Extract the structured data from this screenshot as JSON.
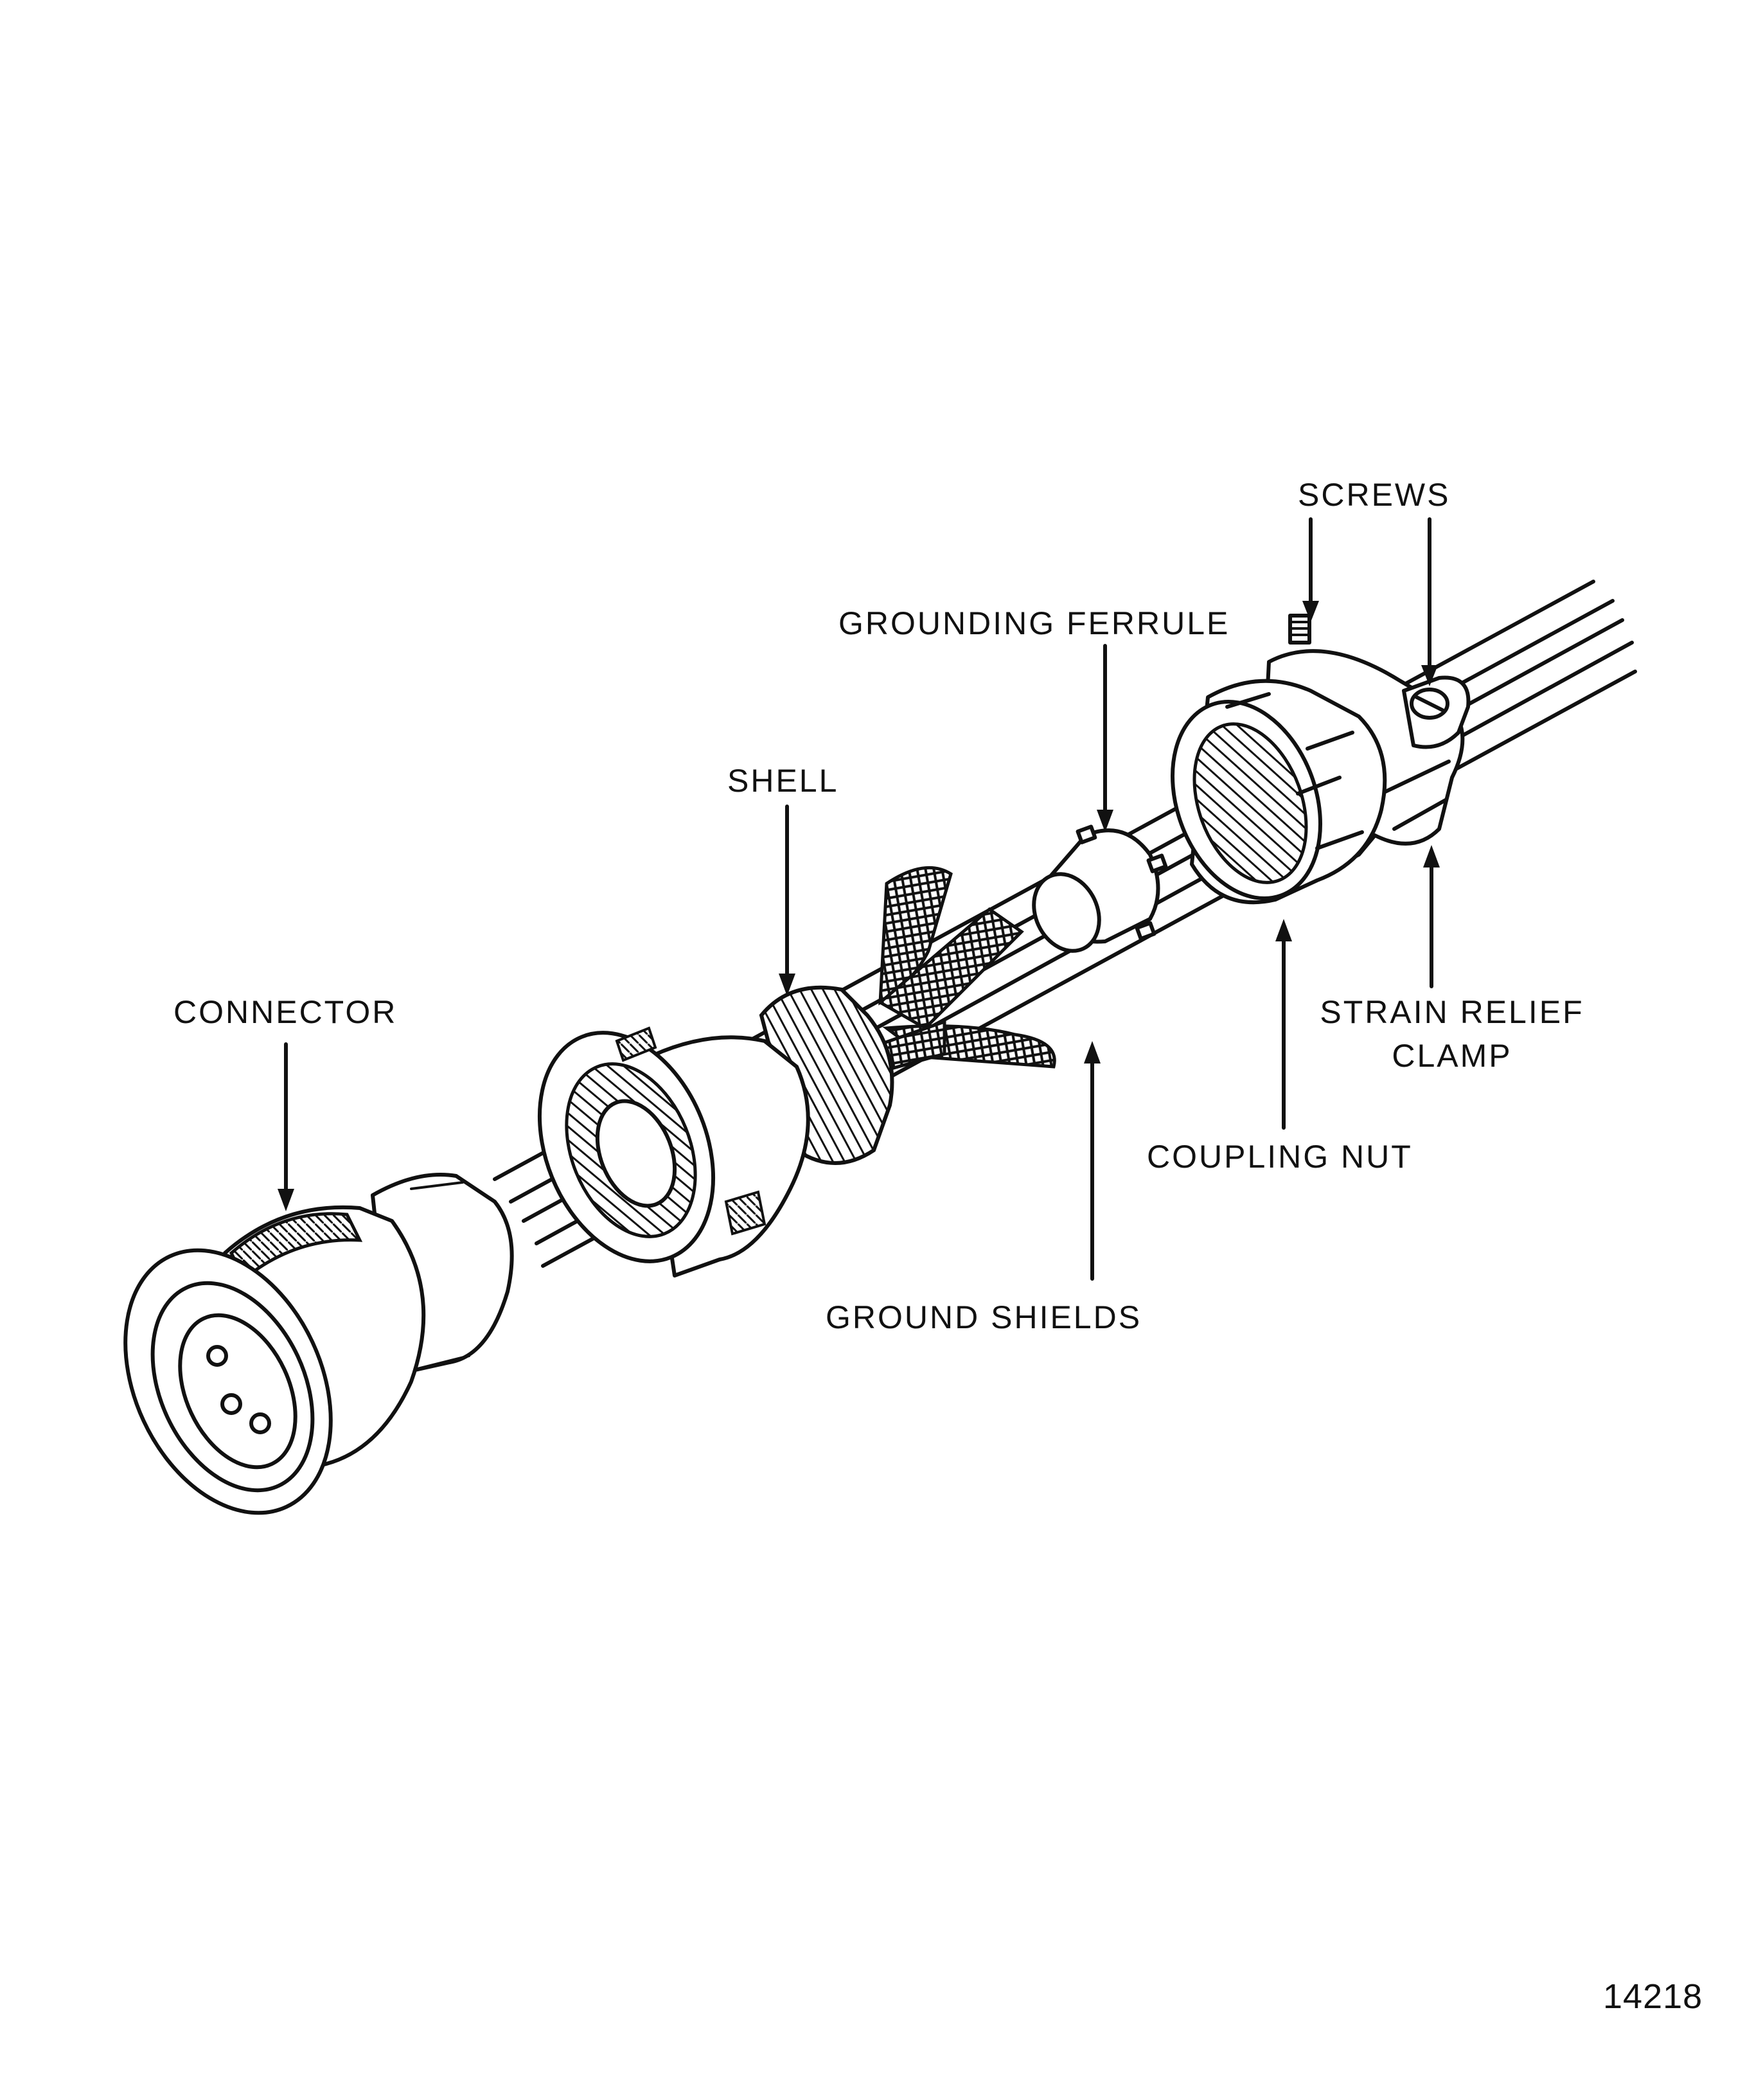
{
  "figure": {
    "labels": {
      "screws": "SCREWS",
      "grounding_ferrule": "GROUNDING FERRULE",
      "shell": "SHELL",
      "connector": "CONNECTOR",
      "strain_relief_clamp_line1": "STRAIN RELIEF",
      "strain_relief_clamp_line2": "CLAMP",
      "coupling_nut": "COUPLING NUT",
      "ground_shields": "GROUND SHIELDS"
    },
    "figure_number": "14218"
  },
  "colors": {
    "ink": "#111111",
    "paper": "#ffffff"
  }
}
